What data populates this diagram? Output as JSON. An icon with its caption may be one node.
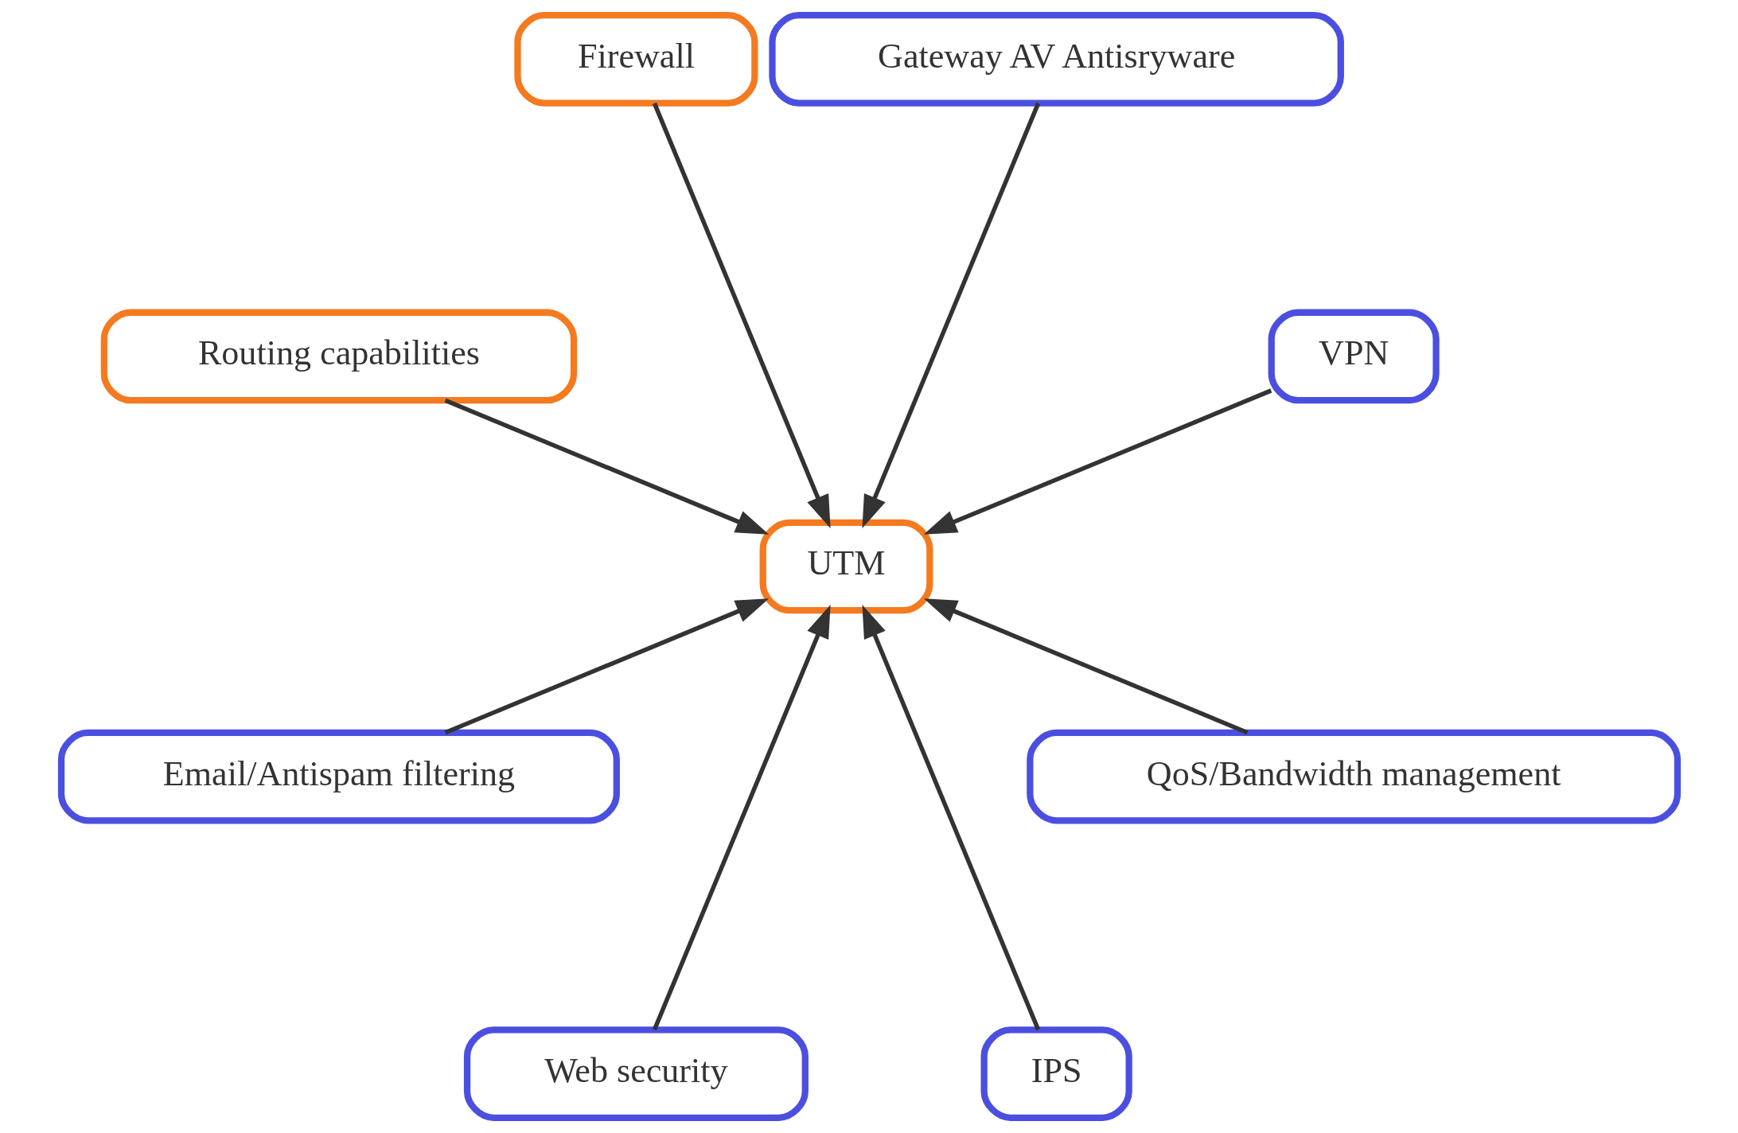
{
  "diagram": {
    "nodes": [
      {
        "text": [
          "VPN"
        ]
      },
      {
        "text": [
          "Gateway AV Antisryware"
        ]
      },
      {
        "text": [
          "Firewall"
        ]
      },
      {
        "text": [
          "UTM"
        ]
      },
      {
        "text": [
          "Routing capabilities"
        ]
      },
      {
        "text": [
          "Email/Antispam filtering"
        ]
      },
      {
        "text": [
          "Web security"
        ]
      },
      {
        "text": [
          "IPS"
        ]
      },
      {
        "text": [
          "QoS/Bandwidth management"
        ]
      }
    ],
    "edges": [
      {
        "from": 0,
        "to": 3,
        "arrow": "to"
      },
      {
        "from": 1,
        "to": 3,
        "arrow": "to"
      },
      {
        "from": 2,
        "to": 3,
        "arrow": "to"
      },
      {
        "from": 4,
        "to": 3,
        "arrow": "to"
      },
      {
        "from": 5,
        "to": 3,
        "arrow": "to"
      },
      {
        "from": 6,
        "to": 3,
        "arrow": "to"
      },
      {
        "from": 7,
        "to": 3,
        "arrow": "to"
      },
      {
        "from": 8,
        "to": 3,
        "arrow": "to"
      }
    ]
  }
}
